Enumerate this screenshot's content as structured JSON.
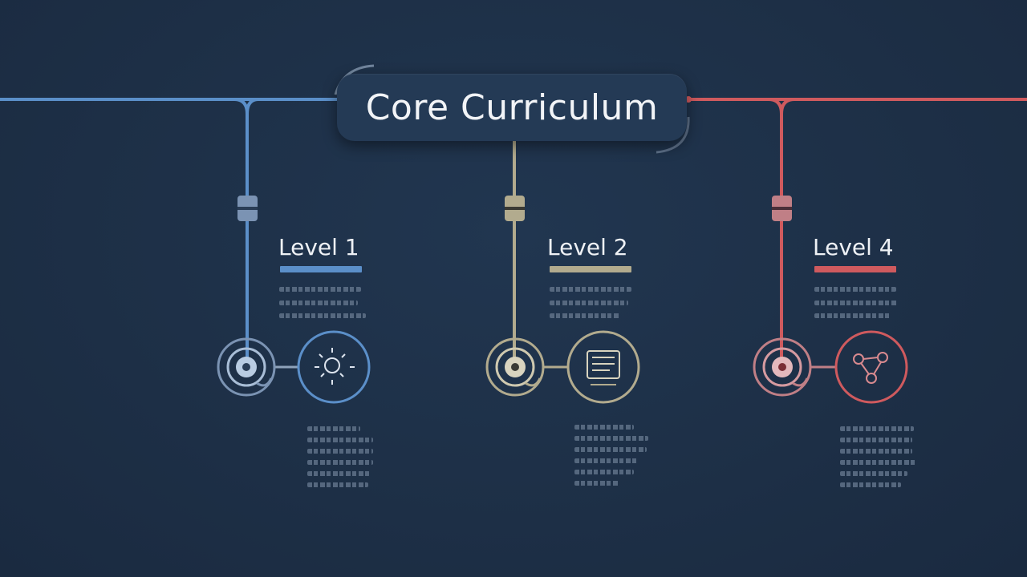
{
  "title": "Core Curriculum",
  "levels": [
    {
      "label": "Level 1",
      "color": "#5b8fc9"
    },
    {
      "label": "Level 2",
      "color": "#b2ab8e"
    },
    {
      "label": "Level 4",
      "color": "#cf5a5e"
    }
  ],
  "icons": [
    "lightbulb-icon",
    "document-icon",
    "network-icon"
  ],
  "colors": {
    "background": "#1e3048",
    "panel": "#243a55",
    "text": "#eef1f5"
  }
}
